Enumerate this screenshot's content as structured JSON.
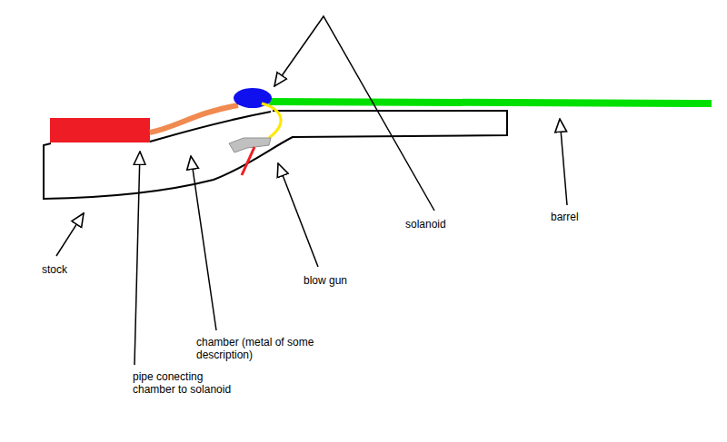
{
  "diagram": {
    "labels": [
      "solanoid",
      "barrel",
      "stock",
      "blow gun",
      "chamber (metal of some description)",
      "pipe conecting chamber to solanoid"
    ]
  }
}
